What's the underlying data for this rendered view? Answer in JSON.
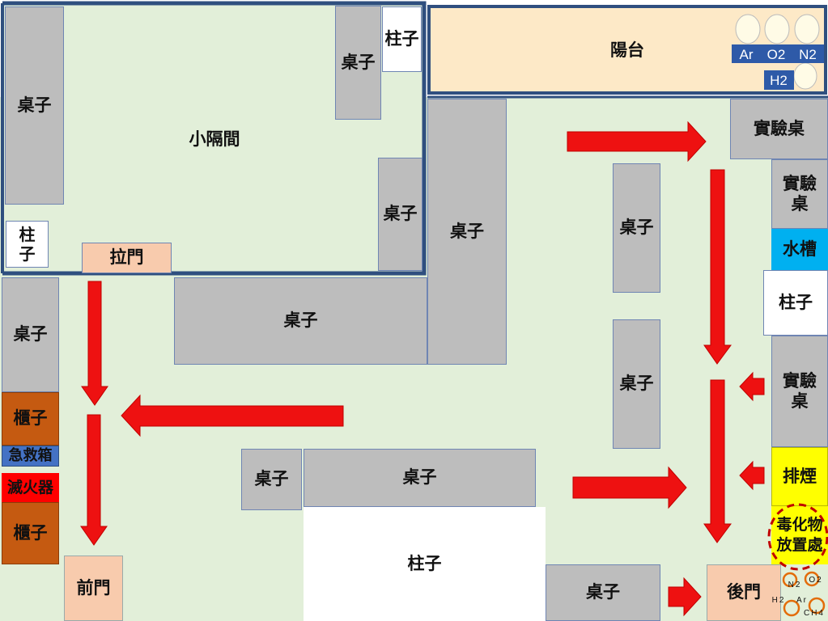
{
  "colors": {
    "floor": "#e2efd9",
    "wall": "#2f4f7f",
    "table": "#bdbdbd",
    "pillar": "#ffffff",
    "balcony": "#fde9c7",
    "door": "#f8cbad",
    "cabinet": "#c55a11",
    "first_aid": "#4472c4",
    "extinguisher": "#ff0000",
    "sink": "#00b0f0",
    "exhaust": "#ffff00",
    "toxic_zone_border": "#c00000",
    "gas_label_bg": "#2e5aa8",
    "arrow": "#ee1111"
  },
  "rooms": {
    "cubicle_label": "小隔間",
    "balcony_label": "陽台"
  },
  "labels": {
    "table": "桌子",
    "pillar": "柱子",
    "lab_bench": "實驗桌",
    "sliding_door": "拉門",
    "front_door": "前門",
    "back_door": "後門",
    "cabinet": "櫃子",
    "first_aid_kit": "急救箱",
    "fire_extinguisher": "滅火器",
    "sink": "水槽",
    "fume_exhaust": "排煙",
    "toxic_storage": "毒化物放置處"
  },
  "gas_cylinders": {
    "balcony": [
      "Ar",
      "O2",
      "N2",
      "H2"
    ],
    "corner": [
      "O2",
      "N2",
      "H2",
      "Ar",
      "CH4"
    ]
  },
  "icons": [
    "evacuation-arrow",
    "gas-cylinder",
    "toxic-zone-dashed-circle"
  ]
}
